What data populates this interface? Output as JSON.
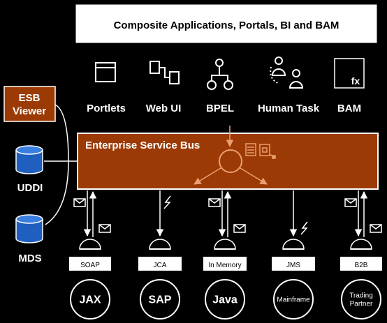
{
  "header": {
    "title": "Composite Applications, Portals, BI and BAM"
  },
  "tools": [
    {
      "label": "Portlets",
      "icon": "portlet-window-icon"
    },
    {
      "label": "Web UI",
      "icon": "web-ui-flow-icon"
    },
    {
      "label": "BPEL",
      "icon": "bpel-tree-icon"
    },
    {
      "label": "Human Task",
      "icon": "human-task-users-icon"
    },
    {
      "label": "BAM",
      "icon": "bam-function-icon",
      "icon_text": "fx"
    }
  ],
  "side": {
    "esb_viewer": [
      "ESB",
      "Viewer"
    ],
    "repositories": [
      "UDDI",
      "MDS"
    ]
  },
  "bus": {
    "title": "Enterprise Service Bus"
  },
  "adapters": [
    "SOAP",
    "JCA",
    "In Memory",
    "JMS",
    "B2B"
  ],
  "endpoints": [
    {
      "lines": [
        "JAX"
      ],
      "size": "large"
    },
    {
      "lines": [
        "SAP"
      ],
      "size": "large"
    },
    {
      "lines": [
        "Java"
      ],
      "size": "large"
    },
    {
      "lines": [
        "Mainframe"
      ],
      "size": "small"
    },
    {
      "lines": [
        "Trading",
        "Partner"
      ],
      "size": "small"
    }
  ],
  "colors": {
    "bus": "#9c3a05",
    "esb_viewer": "#9c3a05",
    "database": "#1f5fbf",
    "line": "#ffffff",
    "background": "#000000"
  }
}
